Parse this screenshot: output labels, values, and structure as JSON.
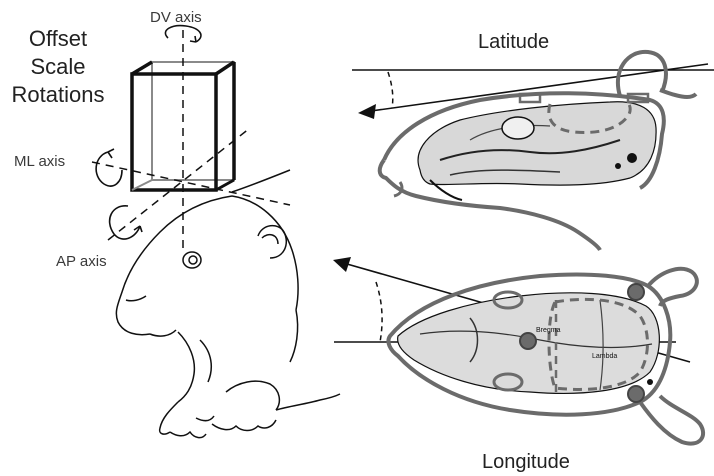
{
  "labels": {
    "offset": "Offset",
    "scale": "Scale",
    "rotations": "Rotations",
    "dv_axis": "DV axis",
    "ml_axis": "ML axis",
    "ap_axis": "AP axis",
    "latitude": "Latitude",
    "longitude": "Longitude",
    "bregma": "Bregma",
    "lambda": "Lambda"
  },
  "colors": {
    "outline_gray": "#6b6b6b",
    "ink": "#111111"
  }
}
